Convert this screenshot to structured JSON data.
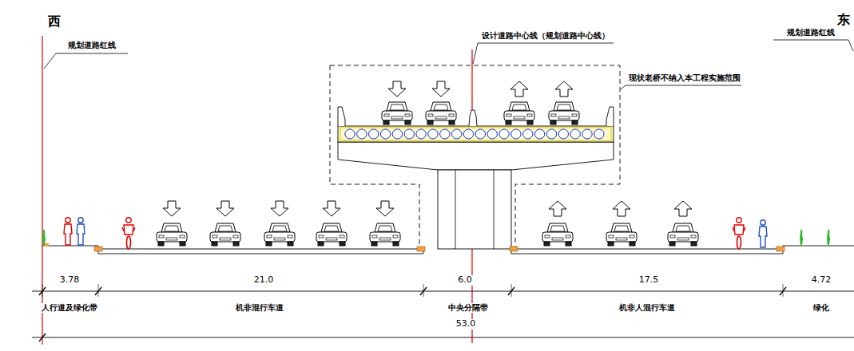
{
  "diagram": {
    "labels": [
      "西",
      "规划道路红线",
      "设计道路中心线（规划道路中心线）",
      "规划道路红线",
      "东",
      "现状老桥不纳入本工程实施范围",
      "3.78",
      "21.0",
      "6.0",
      "17.5",
      "4.72",
      "人行道及绿化带",
      "机非混行车道",
      "中央分隔带",
      "机非人混行车道",
      "绿化",
      "53.0"
    ]
  }
}
